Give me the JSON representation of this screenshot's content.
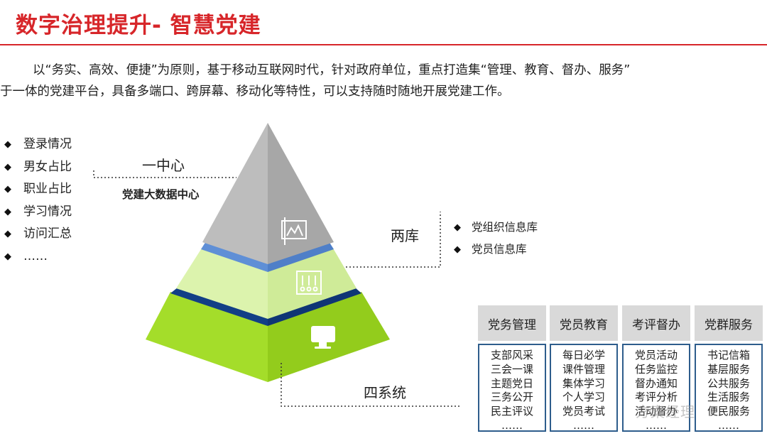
{
  "title": "数字治理提升- 智慧党建",
  "intro": {
    "line1": "以“务实、高效、便捷”为原则，基于移动互联网时代，针对政府单位，重点打造集“管理、教育、督办、服务”",
    "line2": "于一体的党建平台，具备多端口、跨屏幕、移动化等特性，可以支持随时随地开展党建工作。"
  },
  "diamond_glyph": "◆",
  "left_items": [
    "登录情况",
    "男女占比",
    "职业占比",
    "学习情况",
    "访问汇总",
    "……"
  ],
  "center": {
    "name": "一中心",
    "subtitle": "党建大数据中心"
  },
  "libraries": {
    "name": "两库",
    "items": [
      "党组织信息库",
      "党员信息库"
    ]
  },
  "systems": {
    "name": "四系统",
    "columns": [
      {
        "header": "党务管理",
        "items": [
          "支部风采",
          "三会一课",
          "主题党日",
          "三务公开",
          "民主评议",
          "……"
        ]
      },
      {
        "header": "党员教育",
        "items": [
          "每日必学",
          "课件管理",
          "集体学习",
          "个人学习",
          "党员考试",
          "……"
        ]
      },
      {
        "header": "考评督办",
        "items": [
          "党员活动",
          "任务监控",
          "督办通知",
          "考评分析",
          "活动督办",
          "……"
        ]
      },
      {
        "header": "党群服务",
        "items": [
          "书记信箱",
          "基层服务",
          "公共服务",
          "生活服务",
          "便民服务",
          "……"
        ]
      }
    ]
  },
  "watermark": "方案经理",
  "icons": {
    "top_layer": "presentation-board-icon",
    "middle_layer": "control-panel-icon",
    "bottom_layer": "monitor-icon"
  },
  "colors": {
    "title_red": "#d7262a",
    "pyramid_top_left": "#bdbdbd",
    "pyramid_top_right": "#a7a7a7",
    "pyramid_mid_left": "#dcf3ad",
    "pyramid_mid_right": "#cfeb98",
    "pyramid_bottom_left": "#a4dd2a",
    "pyramid_bottom_right": "#93cc1c",
    "band_light_blue": "#5f8fd6",
    "band_dark_blue": "#123f86",
    "box_border": "#2e5d8c",
    "header_fill": "#d9d9d9"
  }
}
